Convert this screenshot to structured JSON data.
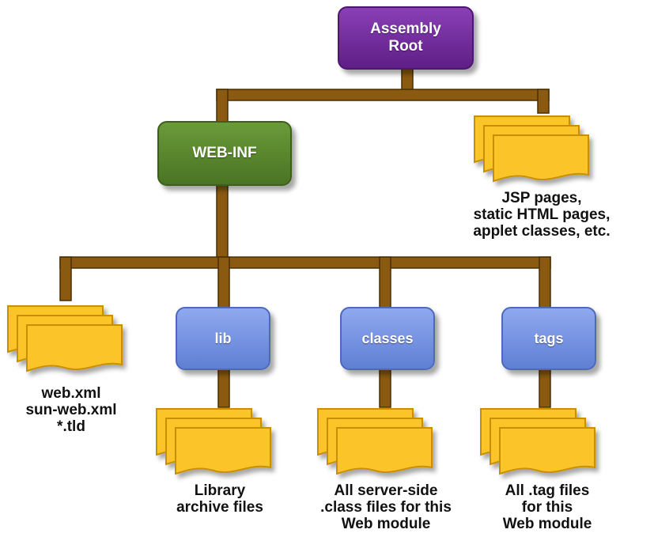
{
  "nodes": {
    "root": {
      "line1": "Assembly",
      "line2": "Root"
    },
    "webinf": {
      "label": "WEB-INF"
    },
    "lib": {
      "label": "lib"
    },
    "classes": {
      "label": "classes"
    },
    "tags": {
      "label": "tags"
    }
  },
  "captions": {
    "static": [
      "JSP pages,",
      "static HTML pages,",
      "applet classes, etc."
    ],
    "webinf_files": [
      "web.xml",
      "sun-web.xml",
      "*.tld"
    ],
    "lib_files": [
      "Library",
      "archive files"
    ],
    "classes_files": [
      "All server-side",
      ".class files for this",
      "Web module"
    ],
    "tags_files": [
      "All .tag files",
      "for this",
      "Web module"
    ]
  },
  "colors": {
    "root_box": "#6e2a98",
    "webinf_box": "#5a8a2f",
    "dir_box": "#7390e0",
    "connector": "#8a5a10",
    "file_fill": "#fbc52a",
    "file_stroke": "#c98f00"
  },
  "icons": [
    "file-stack-icon"
  ]
}
